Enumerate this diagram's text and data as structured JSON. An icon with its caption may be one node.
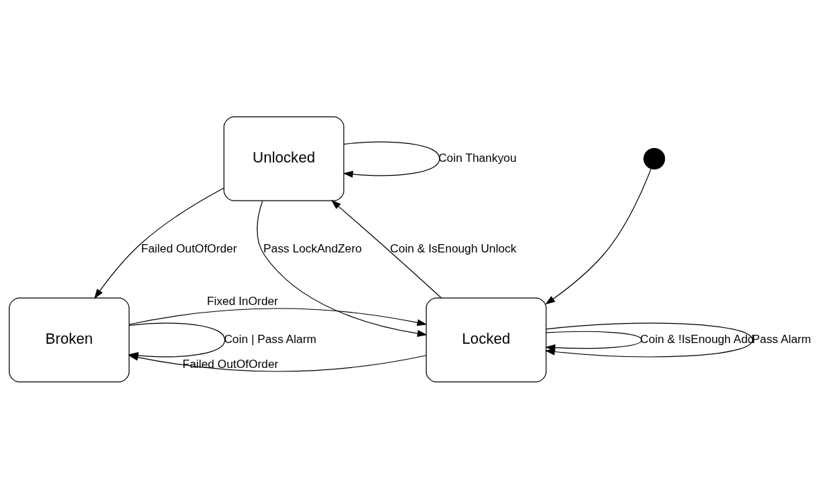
{
  "diagram": {
    "nodes": [
      {
        "text": [
          "Unlocked"
        ]
      },
      {
        "text": [
          "Broken"
        ]
      },
      {
        "text": [
          "Locked"
        ]
      },
      {
        "text": [],
        "shape": "circle"
      }
    ],
    "edges": [
      {
        "from": 0,
        "to": 0,
        "arrow": "to",
        "label": "Coin Thankyou"
      },
      {
        "from": 0,
        "to": 1,
        "arrow": "to",
        "label": "Failed OutOfOrder"
      },
      {
        "from": 0,
        "to": 2,
        "arrow": "to",
        "label": "Pass LockAndZero"
      },
      {
        "from": 2,
        "to": 0,
        "arrow": "to",
        "label": "Coin & IsEnough Unlock"
      },
      {
        "from": 2,
        "to": 2,
        "arrow": "to",
        "label": "Coin & !IsEnough Add"
      },
      {
        "from": 2,
        "to": 1,
        "arrow": "to",
        "label": "Failed OutOfOrder"
      },
      {
        "from": 1,
        "to": 2,
        "arrow": "to",
        "label": "Fixed InOrder"
      },
      {
        "from": 1,
        "to": 1,
        "arrow": "to",
        "label": "Coin | Pass Alarm"
      },
      {
        "from": 2,
        "to": 2,
        "arrow": "to",
        "label": "Pass Alarm"
      },
      {
        "from": 3,
        "to": 2,
        "arrow": "to"
      }
    ]
  }
}
